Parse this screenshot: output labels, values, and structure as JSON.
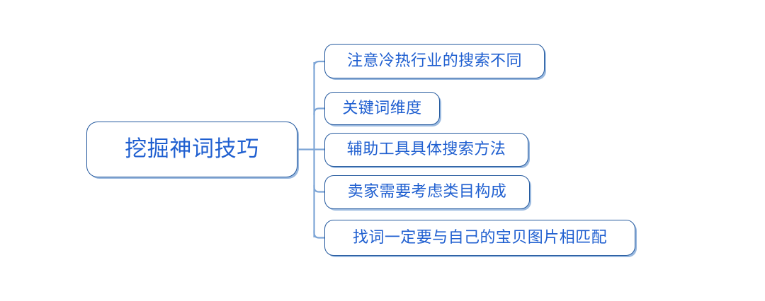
{
  "diagram": {
    "type": "mind-map",
    "orientation": "left-to-right",
    "background_color": "#FFFFFF",
    "border_color": "#24599E",
    "text_color": "#1F5FD0",
    "connector_color": "#7DA5D6",
    "shadow_color": "#7DA5D6",
    "root": {
      "label": "挖掘神词技巧"
    },
    "children": [
      {
        "label": "注意冷热行业的搜索不同"
      },
      {
        "label": "关键词维度"
      },
      {
        "label": "辅助工具具体搜索方法"
      },
      {
        "label": "卖家需要考虑类目构成"
      },
      {
        "label": "找词一定要与自己的宝贝图片相匹配"
      }
    ]
  }
}
